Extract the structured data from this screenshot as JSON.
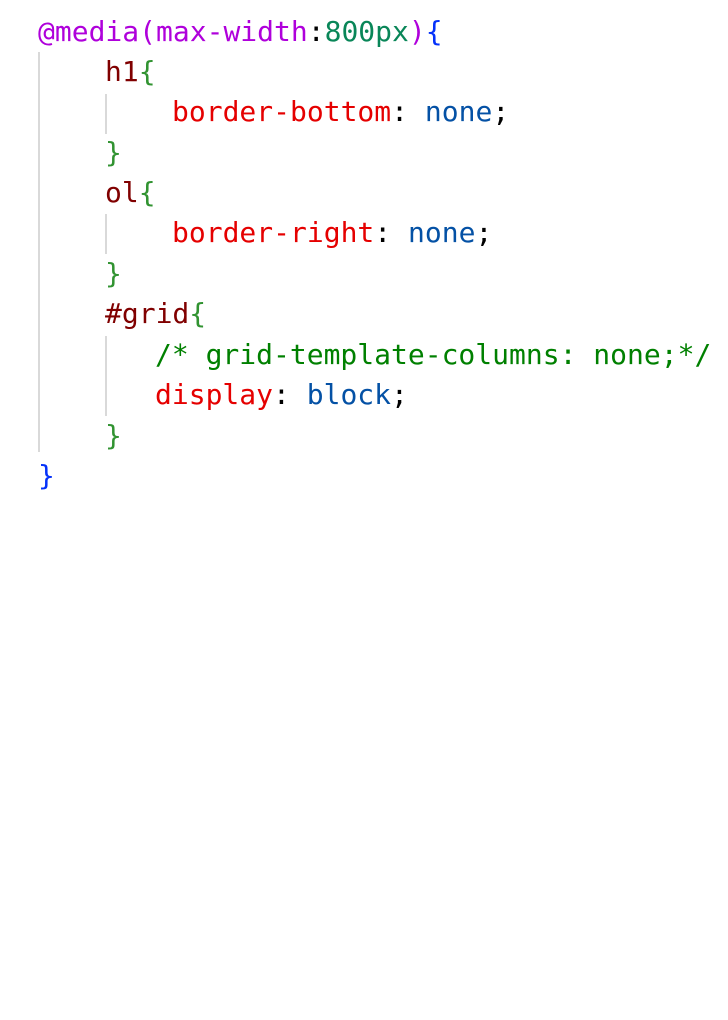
{
  "code": {
    "line1": {
      "at_rule": "@media",
      "open_paren": "(",
      "feature": "max-width",
      "colon": ":",
      "value": "800px",
      "close_paren": ")",
      "open_brace": "{"
    },
    "h1_block": {
      "selector": "h1",
      "open_brace": "{",
      "property": "border-bottom",
      "colon": ":",
      "value": "none",
      "semicolon": ";",
      "close_brace": "}"
    },
    "ol_block": {
      "selector": "ol",
      "open_brace": "{",
      "property": "border-right",
      "colon": ":",
      "value": "none",
      "semicolon": ";",
      "close_brace": "}"
    },
    "grid_block": {
      "selector": "#grid",
      "open_brace": "{",
      "comment": "/* grid-template-columns: none;*/",
      "property": "display",
      "colon": ":",
      "value": "block",
      "semicolon": ";",
      "close_brace": "}"
    },
    "media_close_brace": "}"
  },
  "colors": {
    "at_rule": "#af00db",
    "selector": "#800000",
    "property": "#e50000",
    "value": "#0451a5",
    "number": "#098658",
    "comment": "#008000",
    "brace_outer": "#0431fa",
    "brace_inner": "#319331",
    "indent_guide": "#d9d9d9"
  }
}
